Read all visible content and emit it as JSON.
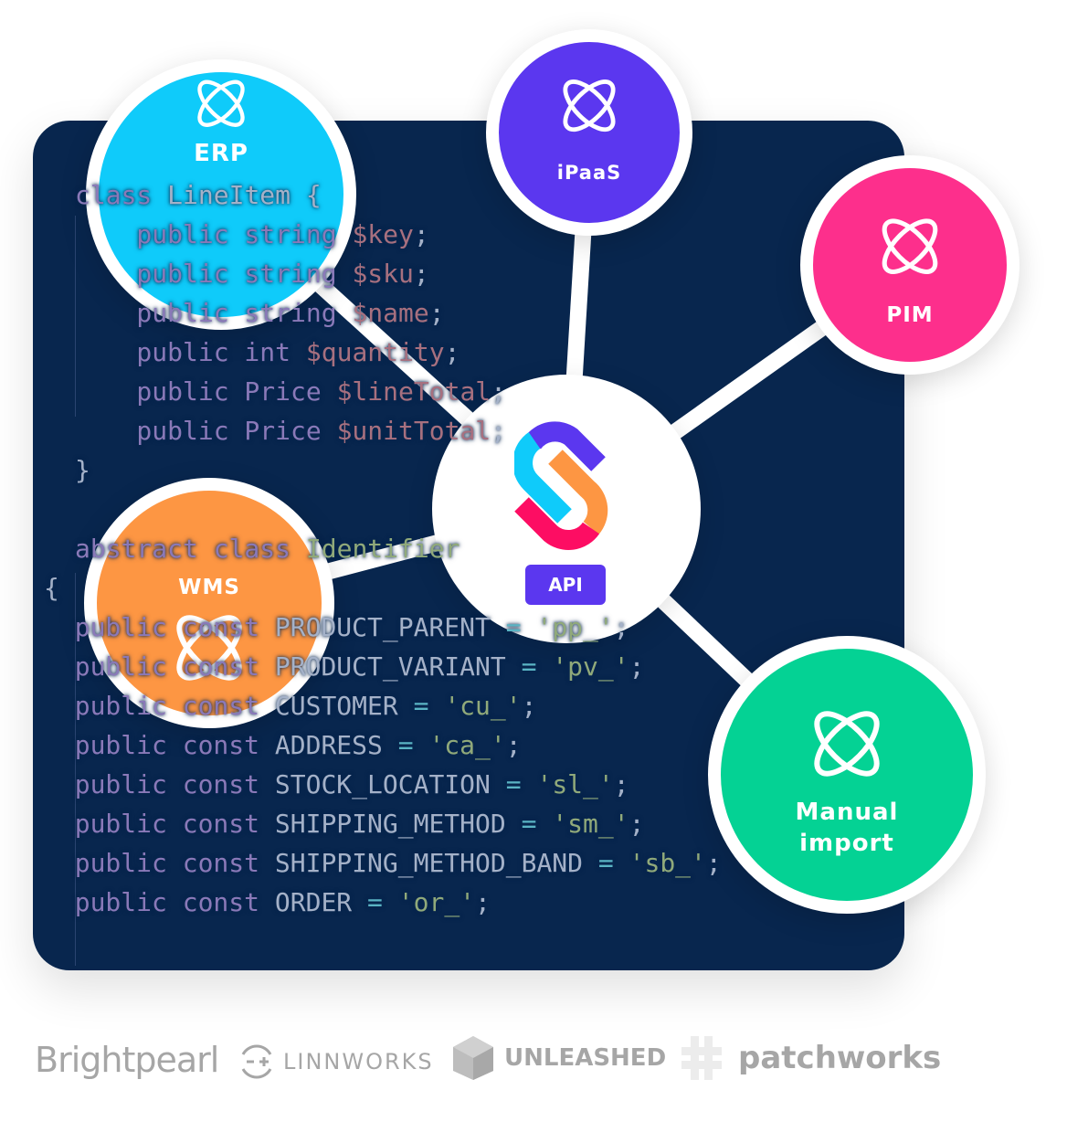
{
  "colors": {
    "panel": "#08264e",
    "erp": "#0fcbfa",
    "ipaas": "#5b37ef",
    "pim": "#fd2f8c",
    "wms": "#fd9643",
    "manual": "#04d294",
    "api_badge": "#5b37ef"
  },
  "code": [
    [
      [
        "kw",
        "class "
      ],
      [
        "id",
        "LineItem {"
      ]
    ],
    [
      [
        "kw",
        "    public string "
      ],
      [
        "var",
        "$key"
      ],
      [
        "pn",
        ";"
      ]
    ],
    [
      [
        "kw",
        "    public string "
      ],
      [
        "var",
        "$sku"
      ],
      [
        "pn",
        ";"
      ]
    ],
    [
      [
        "kw",
        "    public string "
      ],
      [
        "var",
        "$name"
      ],
      [
        "pn",
        ";"
      ]
    ],
    [
      [
        "kw",
        "    public int "
      ],
      [
        "var",
        "$quantity"
      ],
      [
        "pn",
        ";"
      ]
    ],
    [
      [
        "kw",
        "    public Price "
      ],
      [
        "var",
        "$lineTotal"
      ],
      [
        "pn",
        ";"
      ]
    ],
    [
      [
        "kw",
        "    public Price "
      ],
      [
        "var",
        "$unitTotal"
      ],
      [
        "pn",
        ";"
      ]
    ],
    [
      [
        "pn",
        "}"
      ]
    ],
    [],
    [
      [
        "kw",
        "abstract class "
      ],
      [
        "str",
        "Identifier"
      ]
    ],
    [
      [
        "pn",
        "{"
      ]
    ],
    [
      [
        "kw",
        "  public const "
      ],
      [
        "id",
        "PRODUCT_PARENT "
      ],
      [
        "op",
        "= "
      ],
      [
        "str",
        "'pp_'"
      ],
      [
        "pn",
        ";"
      ]
    ],
    [
      [
        "kw",
        "  public const "
      ],
      [
        "id",
        "PRODUCT_VARIANT "
      ],
      [
        "op",
        "= "
      ],
      [
        "str",
        "'pv_'"
      ],
      [
        "pn",
        ";"
      ]
    ],
    [
      [
        "kw",
        "  public const "
      ],
      [
        "id",
        "CUSTOMER "
      ],
      [
        "op",
        "= "
      ],
      [
        "str",
        "'cu_'"
      ],
      [
        "pn",
        ";"
      ]
    ],
    [
      [
        "kw",
        "  public const "
      ],
      [
        "id",
        "ADDRESS "
      ],
      [
        "op",
        "= "
      ],
      [
        "str",
        "'ca_'"
      ],
      [
        "pn",
        ";"
      ]
    ],
    [
      [
        "kw",
        "  public const "
      ],
      [
        "id",
        "STOCK_LOCATION "
      ],
      [
        "op",
        "= "
      ],
      [
        "str",
        "'sl_'"
      ],
      [
        "pn",
        ";"
      ]
    ],
    [
      [
        "kw",
        "  public const "
      ],
      [
        "id",
        "SHIPPING_METHOD "
      ],
      [
        "op",
        "= "
      ],
      [
        "str",
        "'sm_'"
      ],
      [
        "pn",
        ";"
      ]
    ],
    [
      [
        "kw",
        "  public const "
      ],
      [
        "id",
        "SHIPPING_METHOD_BAND "
      ],
      [
        "op",
        "= "
      ],
      [
        "str",
        "'sb_'"
      ],
      [
        "pn",
        ";"
      ]
    ],
    [
      [
        "kw",
        "  public const "
      ],
      [
        "id",
        "ORDER "
      ],
      [
        "op",
        "= "
      ],
      [
        "str",
        "'or_'"
      ],
      [
        "pn",
        ";"
      ]
    ]
  ],
  "nodes": {
    "erp": "ERP",
    "ipaas": "iPaaS",
    "pim": "PIM",
    "wms": "WMS",
    "manual_line1": "Manual",
    "manual_line2": "import"
  },
  "api": {
    "badge": "API"
  },
  "partners": {
    "brightpearl": "Brightpearl",
    "linnworks": "LINNWORKS",
    "unleashed": "UNLEASHED",
    "patchworks": "patchworks"
  }
}
